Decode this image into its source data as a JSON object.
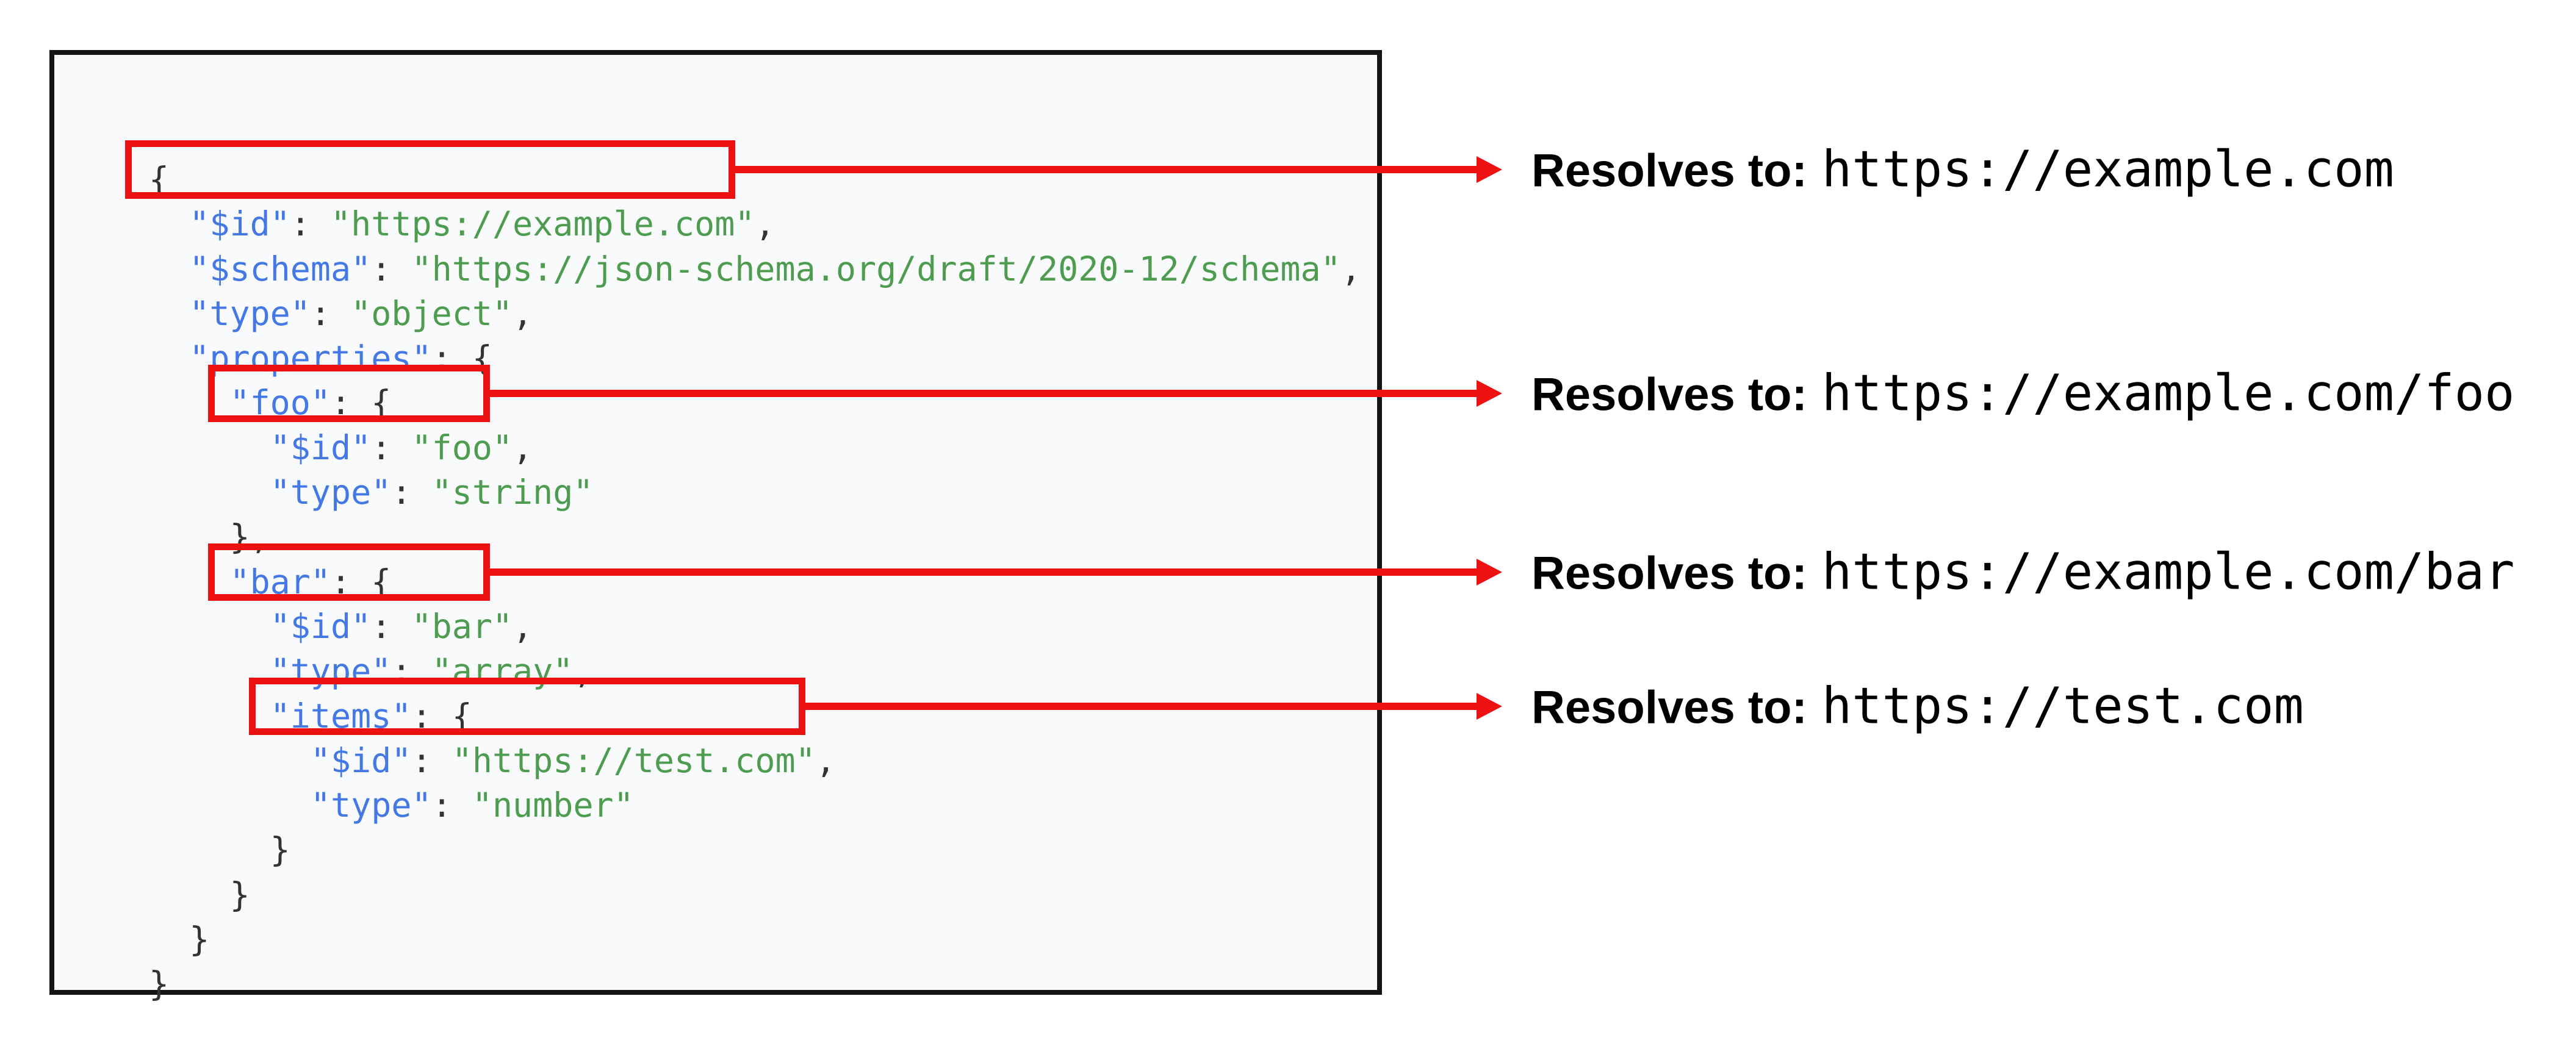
{
  "colors": {
    "arrow_red": "#ee1111",
    "key_blue": "#4478e4",
    "string_green": "#4d9c4f",
    "punctuation": "#333333",
    "code_background": "#f9fafb",
    "code_border": "#141414",
    "label_text": "#000000"
  },
  "code_block": {
    "language": "json",
    "lines": [
      {
        "segments": [
          [
            "p",
            "{"
          ]
        ]
      },
      {
        "segments": [
          [
            "p",
            "  "
          ],
          [
            "k",
            "\"$id\""
          ],
          [
            "p",
            ": "
          ],
          [
            "s",
            "\"https://example.com\""
          ],
          [
            "p",
            ","
          ]
        ],
        "highlighted": true
      },
      {
        "segments": [
          [
            "p",
            "  "
          ],
          [
            "k",
            "\"$schema\""
          ],
          [
            "p",
            ": "
          ],
          [
            "s",
            "\"https://json-schema.org/draft/2020-12/schema\""
          ],
          [
            "p",
            ","
          ]
        ]
      },
      {
        "segments": [
          [
            "p",
            "  "
          ],
          [
            "k",
            "\"type\""
          ],
          [
            "p",
            ": "
          ],
          [
            "s",
            "\"object\""
          ],
          [
            "p",
            ","
          ]
        ]
      },
      {
        "segments": [
          [
            "p",
            "  "
          ],
          [
            "k",
            "\"properties\""
          ],
          [
            "p",
            ": {"
          ]
        ]
      },
      {
        "segments": [
          [
            "p",
            "    "
          ],
          [
            "k",
            "\"foo\""
          ],
          [
            "p",
            ": {"
          ]
        ]
      },
      {
        "segments": [
          [
            "p",
            "      "
          ],
          [
            "k",
            "\"$id\""
          ],
          [
            "p",
            ": "
          ],
          [
            "s",
            "\"foo\""
          ],
          [
            "p",
            ","
          ]
        ],
        "highlighted": true
      },
      {
        "segments": [
          [
            "p",
            "      "
          ],
          [
            "k",
            "\"type\""
          ],
          [
            "p",
            ": "
          ],
          [
            "s",
            "\"string\""
          ]
        ]
      },
      {
        "segments": [
          [
            "p",
            "    },"
          ]
        ]
      },
      {
        "segments": [
          [
            "p",
            "    "
          ],
          [
            "k",
            "\"bar\""
          ],
          [
            "p",
            ": {"
          ]
        ]
      },
      {
        "segments": [
          [
            "p",
            "      "
          ],
          [
            "k",
            "\"$id\""
          ],
          [
            "p",
            ": "
          ],
          [
            "s",
            "\"bar\""
          ],
          [
            "p",
            ","
          ]
        ],
        "highlighted": true
      },
      {
        "segments": [
          [
            "p",
            "      "
          ],
          [
            "k",
            "\"type\""
          ],
          [
            "p",
            ": "
          ],
          [
            "s",
            "\"array\""
          ],
          [
            "p",
            ","
          ]
        ]
      },
      {
        "segments": [
          [
            "p",
            "      "
          ],
          [
            "k",
            "\"items\""
          ],
          [
            "p",
            ": {"
          ]
        ]
      },
      {
        "segments": [
          [
            "p",
            "        "
          ],
          [
            "k",
            "\"$id\""
          ],
          [
            "p",
            ": "
          ],
          [
            "s",
            "\"https://test.com\""
          ],
          [
            "p",
            ","
          ]
        ],
        "highlighted": true
      },
      {
        "segments": [
          [
            "p",
            "        "
          ],
          [
            "k",
            "\"type\""
          ],
          [
            "p",
            ": "
          ],
          [
            "s",
            "\"number\""
          ]
        ]
      },
      {
        "segments": [
          [
            "p",
            "      }"
          ]
        ]
      },
      {
        "segments": [
          [
            "p",
            "    }"
          ]
        ]
      },
      {
        "segments": [
          [
            "p",
            "  }"
          ]
        ]
      },
      {
        "segments": [
          [
            "p",
            "}"
          ]
        ]
      }
    ]
  },
  "annotations": [
    {
      "prefix": "Resolves to:",
      "url": "https://example.com",
      "highlighted_code": "\"$id\": \"https://example.com\","
    },
    {
      "prefix": "Resolves to:",
      "url": "https://example.com/foo",
      "highlighted_code": "\"$id\": \"foo\","
    },
    {
      "prefix": "Resolves to:",
      "url": "https://example.com/bar",
      "highlighted_code": "\"$id\": \"bar\","
    },
    {
      "prefix": "Resolves to:",
      "url": "https://test.com",
      "highlighted_code": "\"$id\": \"https://test.com\","
    }
  ]
}
